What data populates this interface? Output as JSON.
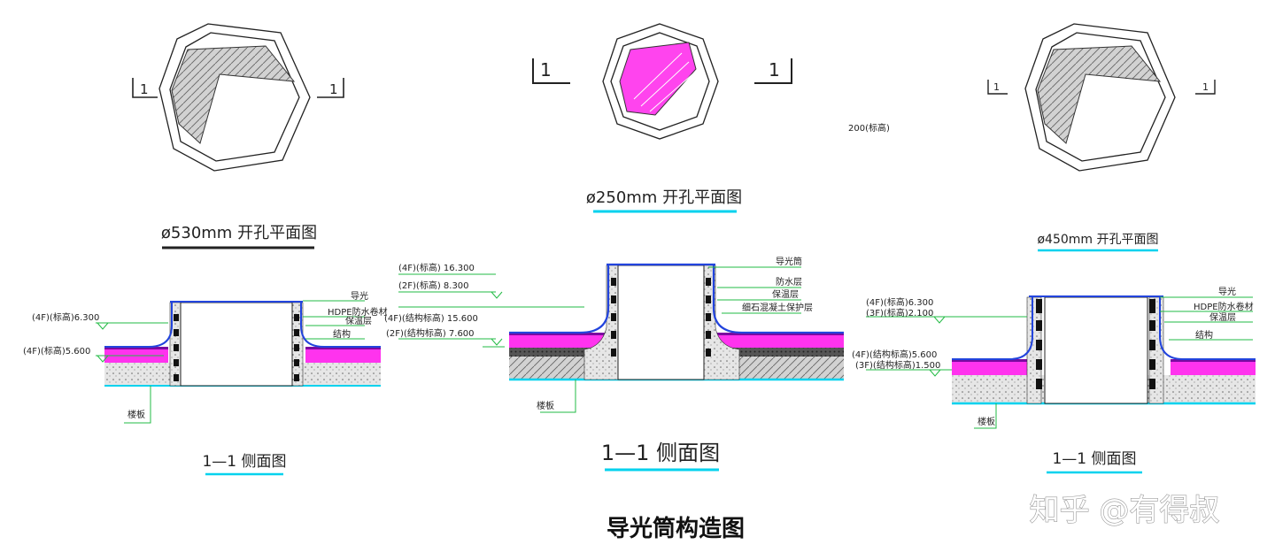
{
  "plans": [
    {
      "cut_left": "1",
      "cut_right": "1",
      "caption": "ø530mm 开孔平面图"
    },
    {
      "cut_left": "1",
      "cut_right": "1",
      "caption": "ø250mm 开孔平面图"
    },
    {
      "cut_left": "1",
      "cut_right": "1",
      "caption": "ø450mm 开孔平面图"
    }
  ],
  "dimension_note": "200(标高)",
  "sections": [
    {
      "caption": "1—1 侧面图",
      "levels": [
        "(4F)(标高)6.300",
        "(4F)(标高)5.600"
      ],
      "labels": [
        "导光",
        "HDPE防水卷材",
        "保温层",
        "结构"
      ],
      "base_label": "楼板"
    },
    {
      "caption": "1—1 侧面图",
      "levels": [
        "(4F)(标高) 16.300",
        "(2F)(标高) 8.300",
        "(4F)(结构标高) 15.600",
        "(2F)(结构标高) 7.600"
      ],
      "labels": [
        "导光筒",
        "防水层",
        "保温层",
        "细石混凝土保护层"
      ],
      "base_label": "楼板"
    },
    {
      "caption": "1—1 侧面图",
      "levels": [
        "(4F)(标高)6.300",
        "(3F)(标高)2.100",
        "(4F)(结构标高)5.600",
        "(3F)(结构标高)1.500"
      ],
      "labels": [
        "导光",
        "HDPE防水卷材",
        "保温层",
        "结构"
      ],
      "base_label": "楼板"
    }
  ],
  "main_title": "导光筒构造图",
  "watermark": "知乎 @有得叔",
  "colors": {
    "cyan": "#00d2ee",
    "green": "#22bb44",
    "magenta": "#ff33ee",
    "purple": "#7a0aa0",
    "blue": "#2244dd"
  }
}
